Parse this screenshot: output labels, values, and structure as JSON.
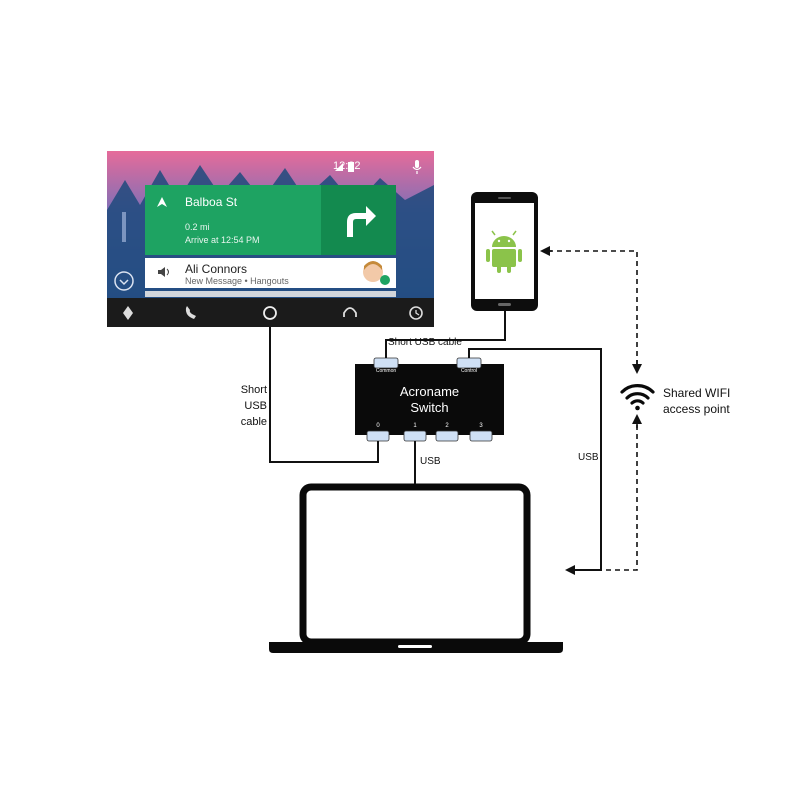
{
  "head_unit": {
    "time": "12:32",
    "nav_card": {
      "street": "Balboa St",
      "distance": "0.2 mi",
      "arrival": "Arrive at 12:54 PM"
    },
    "message_card": {
      "name": "Ali Connors",
      "detail": "New Message • Hangouts"
    },
    "bottom_bar_icons": [
      "navigation-icon",
      "phone-icon",
      "home-icon",
      "headphones-icon",
      "recents-icon"
    ]
  },
  "labels": {
    "short_usb_cable_left": [
      "Short",
      "USB",
      "cable"
    ],
    "short_usb_cable_top": "Short USB cable",
    "usb_down": "USB",
    "usb_right": "USB",
    "wifi": [
      "Shared WIFI",
      "access point"
    ]
  },
  "switch": {
    "name": [
      "Acroname",
      "Switch"
    ],
    "port_common": "Common",
    "port_control": "Control",
    "ports": [
      "0",
      "1",
      "2",
      "3"
    ]
  },
  "colors": {
    "nav_green": "#1ea362",
    "nav_green_dark": "#138a4f",
    "switch_body": "#0a0a0a",
    "port_fill": "#cfe0f5",
    "android_green": "#8bc34a"
  }
}
